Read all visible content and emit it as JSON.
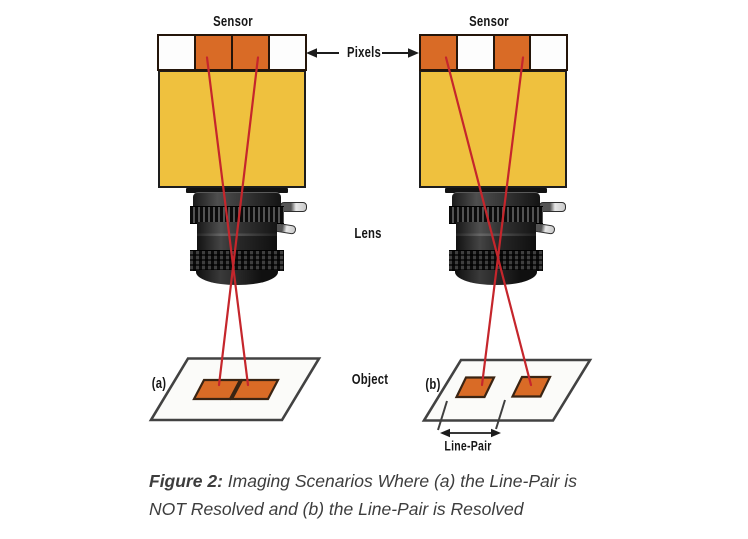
{
  "figure_labels": {
    "sensor_a": "Sensor",
    "sensor_b": "Sensor",
    "pixels": "Pixels",
    "lens": "Lens",
    "object": "Object",
    "scenario_a": "(a)",
    "scenario_b": "(b)",
    "line_pair": "Line-Pair"
  },
  "sensors": {
    "a": {
      "cells": [
        "white",
        "orange",
        "orange",
        "white"
      ]
    },
    "b": {
      "cells": [
        "orange",
        "white",
        "orange",
        "white"
      ]
    }
  },
  "caption": {
    "prefix": "Figure 2:",
    "line1_rest": " Imaging Scenarios Where (a) the Line-Pair is",
    "line2": "NOT Resolved and (b) the Line-Pair is Resolved"
  },
  "colors": {
    "pixel_orange": "#d96b26",
    "camera_yellow": "#efc13e",
    "ray_red": "#c5262c",
    "outline_dark": "#1d1d1d",
    "plane_stroke": "#424242"
  }
}
